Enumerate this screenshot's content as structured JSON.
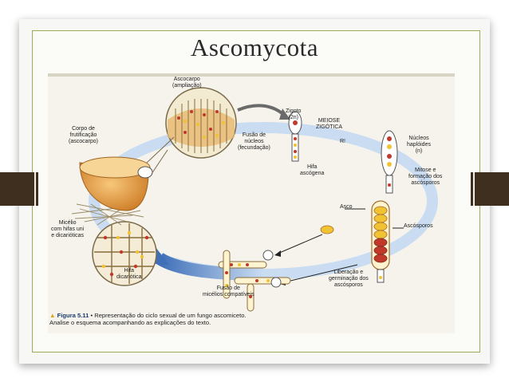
{
  "slide": {
    "title": "Ascomycota"
  },
  "diagram": {
    "labels": {
      "ascocarpo": "Ascocarpo\n(ampliação)",
      "zigoto": "Zigoto\n(2n)",
      "meiose": "MEIOSE\nZIGÓTICA",
      "r": "R!",
      "nucleos_haploides": "Núcleos\nhaplóides\n(n)",
      "mitose": "Mitose e\nformação dos\nascósporos",
      "asco": "Asco",
      "ascosporos": "Ascósporos",
      "liberacao": "Liberação e\ngerminação dos\nascósporos",
      "fusao_micelios": "Fusão de\nmicélios compatíveis",
      "hifa_dicariotica": "Hifa\ndicariótica",
      "micelio": "Micélio\ncom hifas uni\ne dicarióticas",
      "corpo": "Corpo de\nfrutificação\n(ascocarpo)",
      "fusao_nucleos": "Fusão de\nnúcleos\n(fecundação)",
      "hifa_ascogena": "Hifa\nascógena"
    },
    "caption": {
      "marker": "▲",
      "figure_label": "Figura 5.11",
      "line1": " • Representação do ciclo sexual de um fungo ascomiceto.",
      "line2": "Analise o esquema acompanhando as explicações do texto."
    },
    "colors": {
      "cycle_arrow": "#5b87c8",
      "frame_border": "#9aae5a",
      "tab": "#3e2f1e",
      "ascocarp": "#e6a34a",
      "nucleus_red": "#c0392b",
      "nucleus_yellow": "#f1c232"
    }
  }
}
